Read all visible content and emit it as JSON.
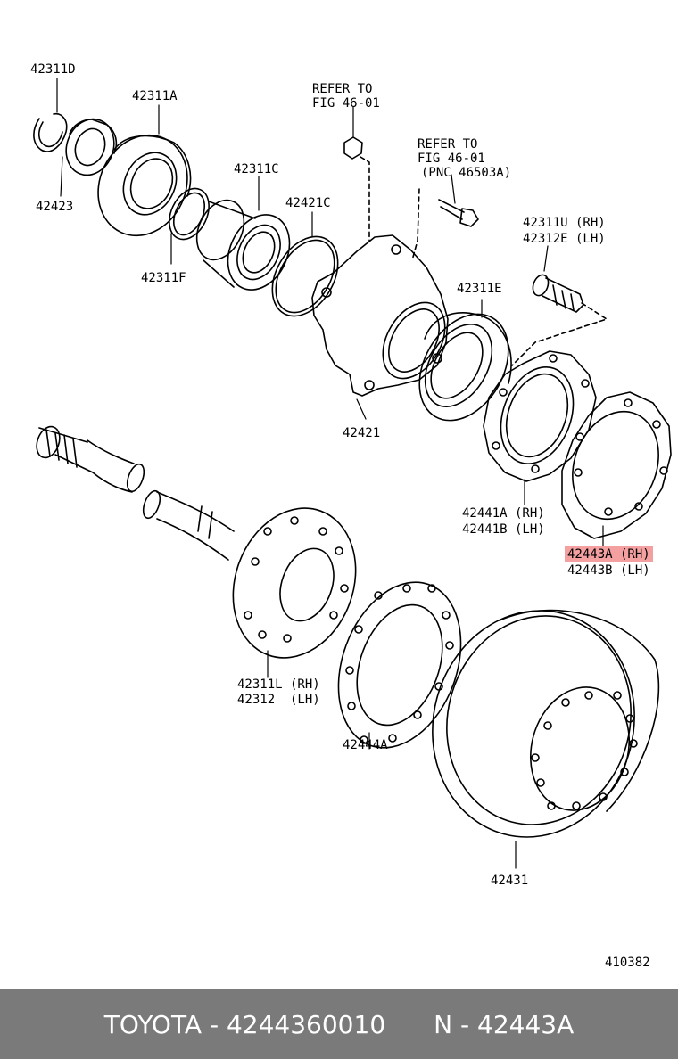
{
  "parts": {
    "p42311D": "42311D",
    "p42423": "42423",
    "p42311A": "42311A",
    "p42311F": "42311F",
    "p42311C": "42311C",
    "p42421C": "42421C",
    "refer1_line1": "REFER TO",
    "refer1_line2": "FIG 46-01",
    "refer2_line1": "REFER TO",
    "refer2_line2": "FIG 46-01",
    "refer2_line3": "(PNC 46503A)",
    "p42311U": "42311U (RH)",
    "p42312E": "42312E (LH)",
    "p42311E": "42311E",
    "p42421": "42421",
    "p42441A": "42441A (RH)",
    "p42441B": "42441B (LH)",
    "p42443A": "42443A (RH)",
    "p42443B": "42443B (LH)",
    "p42311L": "42311L (RH)",
    "p42312": "42312  (LH)",
    "p42444A": "42444A",
    "p42431": "42431",
    "figure_number": "410382"
  },
  "highlight": {
    "part": "42443A (RH)",
    "color": "#f4a0a0"
  },
  "footer": {
    "brand": "TOYOTA",
    "part_number": "4244360010",
    "separator": "-",
    "ref_prefix": "N",
    "ref_code": "42443A",
    "background": "#7a7a7a",
    "text_color": "#ffffff"
  }
}
